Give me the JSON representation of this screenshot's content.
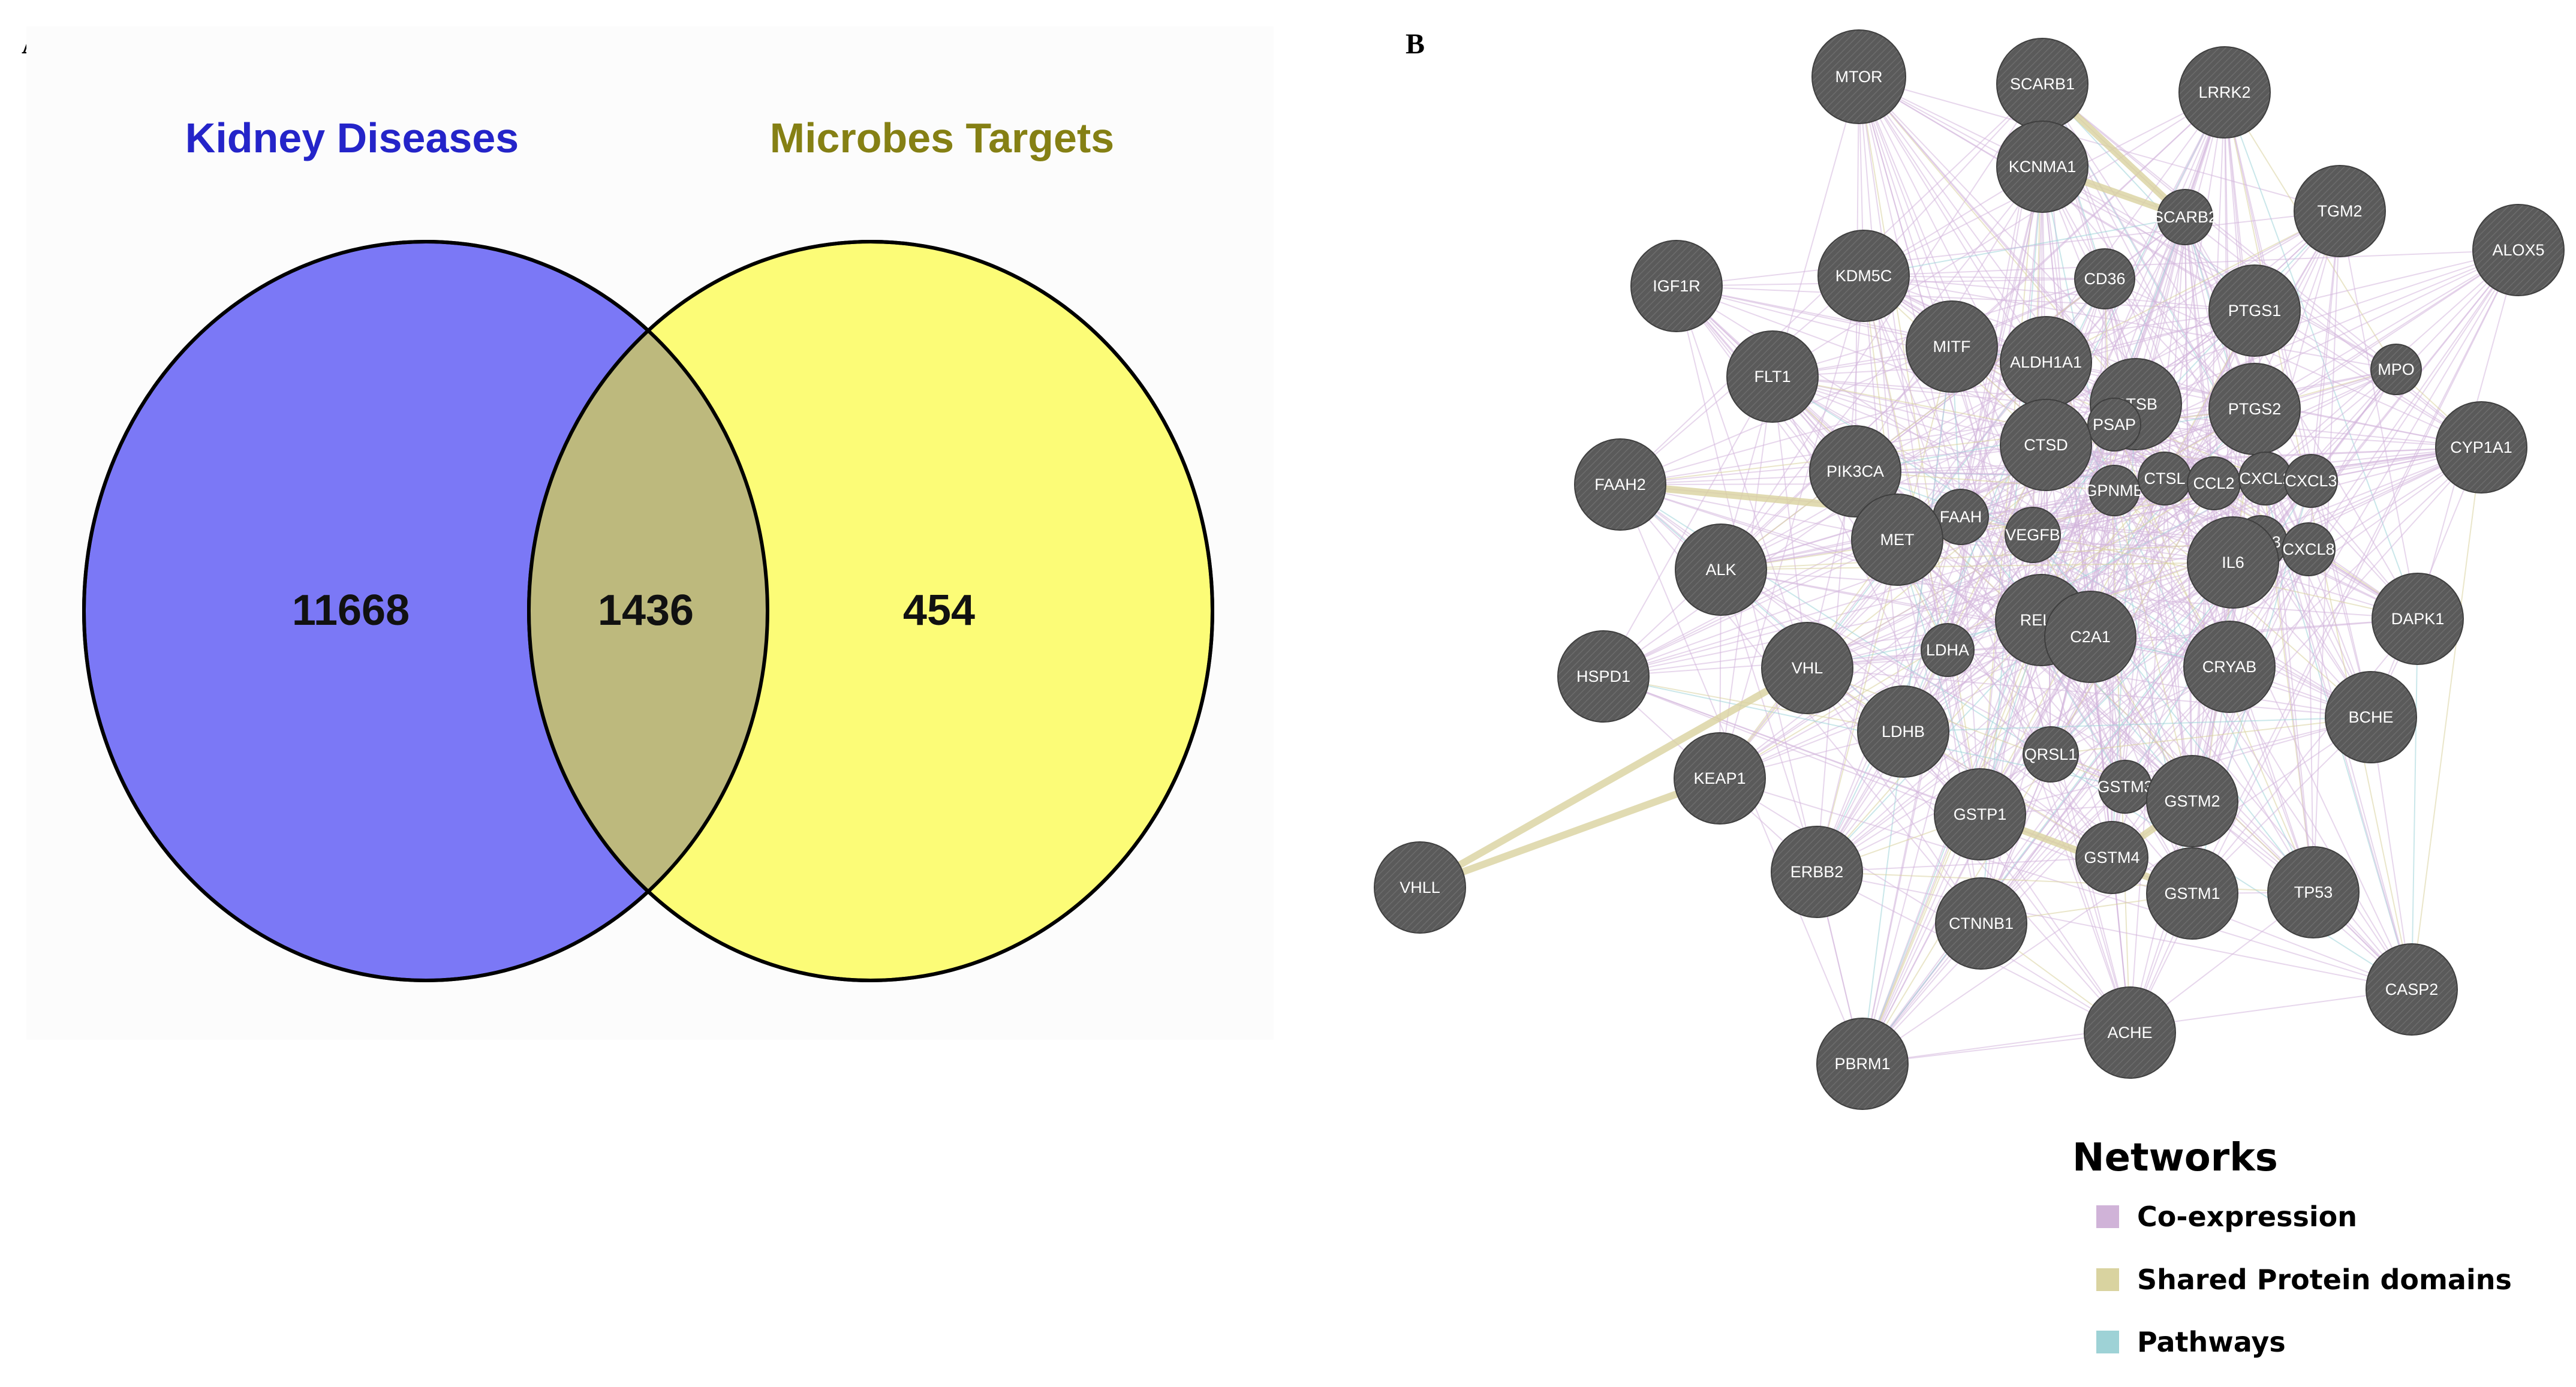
{
  "panel_a": {
    "letter": "A",
    "sets": [
      {
        "label": "Kidney Diseases",
        "color": "#7b78f6",
        "text_color": "#2424c9"
      },
      {
        "label": "Microbes Targets",
        "color": "#fcfc77",
        "text_color": "#858014"
      }
    ],
    "overlap_color": "#bdb97d",
    "counts": {
      "left_only": "11668",
      "both": "1436",
      "right_only": "454"
    }
  },
  "panel_b": {
    "letter": "B",
    "nodes": [
      "MTOR",
      "SCARB1",
      "LRRK2",
      "KCNMA1",
      "SCARB2",
      "TGM2",
      "ALOX5",
      "IGF1R",
      "KDM5C",
      "CD36",
      "PTGS1",
      "MITF",
      "ALDH1A1",
      "FLT1",
      "MPO",
      "CTSB",
      "PSAP",
      "PTGS2",
      "CYP1A1",
      "CTSD",
      "FAAH2",
      "PIK3CA",
      "GPNMB",
      "CTSL",
      "CCL2",
      "CXCL2",
      "CXCL3",
      "FAAH",
      "VEGFB",
      "MET",
      "PTX3",
      "CXCL8",
      "IL6",
      "ALK",
      "RELA",
      "C2A1",
      "DAPK1",
      "LDHA",
      "HSPD1",
      "VHL",
      "CRYAB",
      "BCHE",
      "LDHB",
      "QRSL1",
      "GSTM3",
      "KEAP1",
      "GSTM2",
      "GSTP1",
      "ERBB2",
      "GSTM4",
      "VHLL",
      "GSTM1",
      "TP53",
      "CTNNB1",
      "CASP2",
      "ACHE",
      "PBRM1"
    ],
    "node_color": "#5a5a5a",
    "edge_colors": {
      "coexpression": "#d3b7dc",
      "shared_domains": "#d9d29f",
      "pathways": "#9fd3d8"
    }
  },
  "legend": {
    "title": "Networks",
    "items": [
      {
        "label": "Co-expression",
        "color": "#d0b3d8"
      },
      {
        "label": "Shared Protein domains",
        "color": "#d9d3a0"
      },
      {
        "label": "Pathways",
        "color": "#9ed2d6"
      }
    ]
  }
}
